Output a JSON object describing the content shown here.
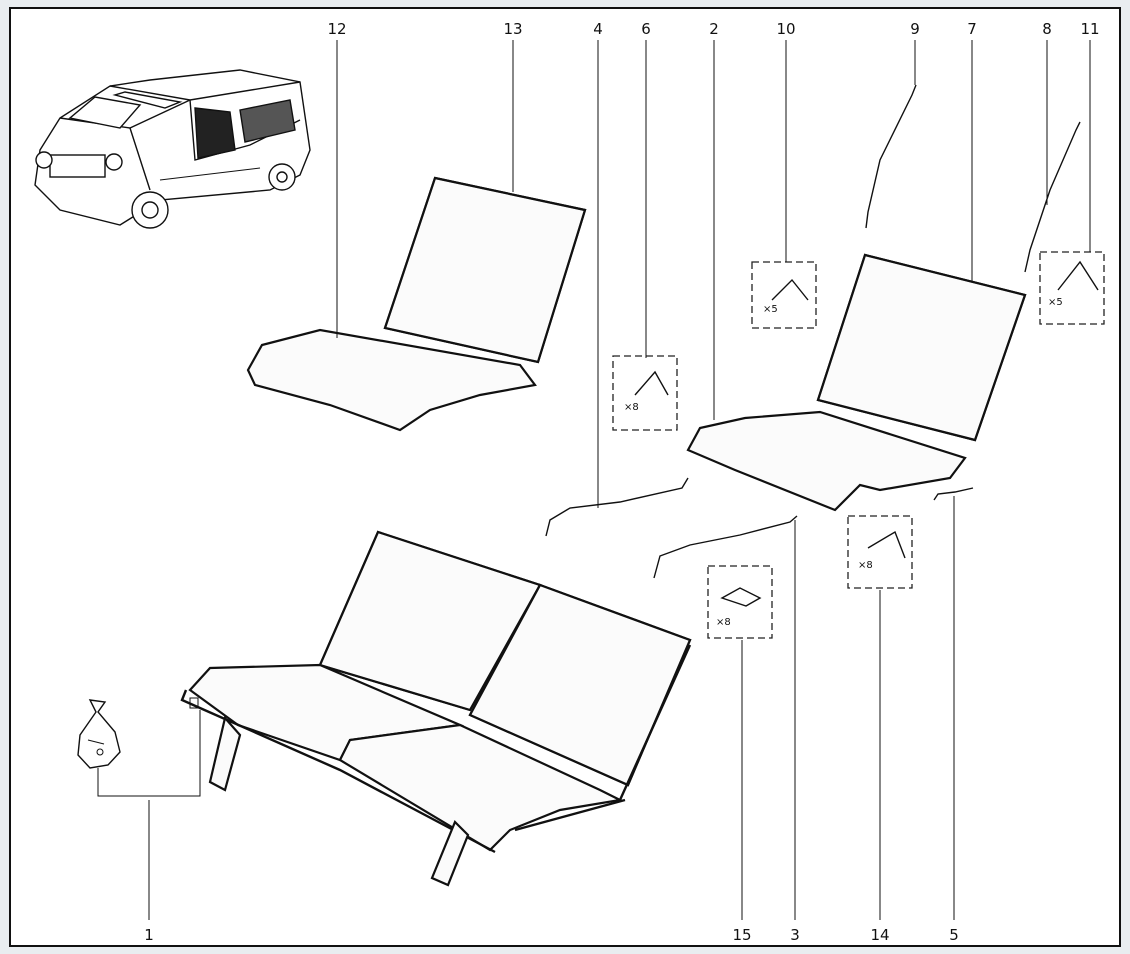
{
  "diagram": {
    "background": "#ffffff",
    "ink": "#111111",
    "callouts": [
      {
        "id": "c1",
        "text": "1"
      },
      {
        "id": "c2",
        "text": "2"
      },
      {
        "id": "c3",
        "text": "3"
      },
      {
        "id": "c4",
        "text": "4"
      },
      {
        "id": "c5",
        "text": "5"
      },
      {
        "id": "c6",
        "text": "6"
      },
      {
        "id": "c7",
        "text": "7"
      },
      {
        "id": "c8",
        "text": "8"
      },
      {
        "id": "c9",
        "text": "9"
      },
      {
        "id": "c10",
        "text": "10"
      },
      {
        "id": "c11",
        "text": "11"
      },
      {
        "id": "c12",
        "text": "12"
      },
      {
        "id": "c13",
        "text": "13"
      },
      {
        "id": "c14",
        "text": "14"
      },
      {
        "id": "c15",
        "text": "15"
      }
    ],
    "quantity_boxes": [
      {
        "id": "q6",
        "text": "×8"
      },
      {
        "id": "q10",
        "text": "×5"
      },
      {
        "id": "q11",
        "text": "×5"
      },
      {
        "id": "q14",
        "text": "×8"
      },
      {
        "id": "q15",
        "text": "×8"
      }
    ],
    "icons": [
      "vehicle-icon",
      "fastener-bag-icon"
    ]
  }
}
